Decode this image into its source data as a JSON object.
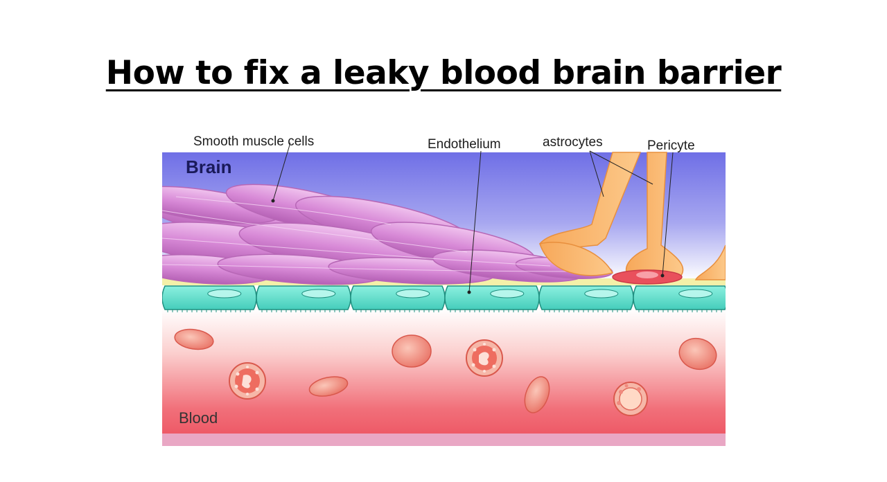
{
  "page": {
    "title": "How to fix a leaky blood brain barrier"
  },
  "diagram": {
    "labels": {
      "brain": "Brain",
      "blood": "Blood",
      "smooth_muscle": "Smooth muscle cells",
      "endothelium": "Endothelium",
      "astrocytes": "astrocytes",
      "pericyte": "Pericyte"
    },
    "colors": {
      "brain_top": "#7576e4",
      "brain_bottom": "#ffffff",
      "blood_top": "#ffffff",
      "blood_bottom": "#ef5e6a",
      "muscle": "#d98ad8",
      "endothelium": "#6fe3d0",
      "astrocyte": "#f9b56a",
      "pericyte": "#e9505c",
      "red_cell": "#f08a7e"
    }
  }
}
